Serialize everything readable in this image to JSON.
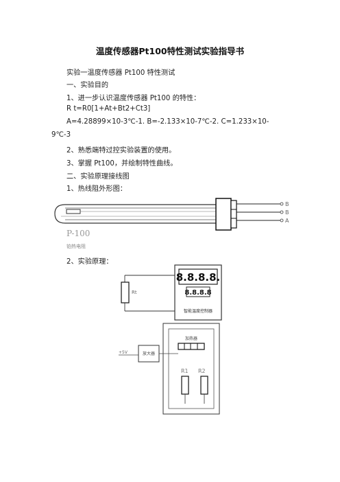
{
  "title": "温度传感器Pt100特性测试实验指导书",
  "lines": [
    "实验一温度传感器 Pt100 特性测试",
    "一、实验目的",
    "1、进一步认识温度传感器 Pt100 的特性：",
    "R t=R0[1+At+Bt2+Ct3]",
    "A=4.28899×10-3℃-1.    B=-2.133×10-7℃-2.    C=1.233×10-",
    "9℃-3",
    "2、熟悉端特过控实验装置的使用。",
    "3、掌握 Pt100，并绘制特性曲线。",
    "二、实验原理接线图",
    "1、热线阻外形图：",
    "2、实验原理："
  ],
  "figure1": {
    "terminal_labels": [
      "B",
      "B",
      "A"
    ],
    "caption_main": "P-100",
    "caption_sub": "铂热电阻"
  },
  "figure2": {
    "display_main": "8.8.8.8.",
    "display_sub": "8.8.8.8",
    "panel_label": "智能温度控制器",
    "sensor_label": "Rt",
    "module_label": "放大器",
    "voltage_label": "+5V",
    "heater_label": "加热器",
    "resistor_left": "R1",
    "resistor_right": "R2"
  }
}
